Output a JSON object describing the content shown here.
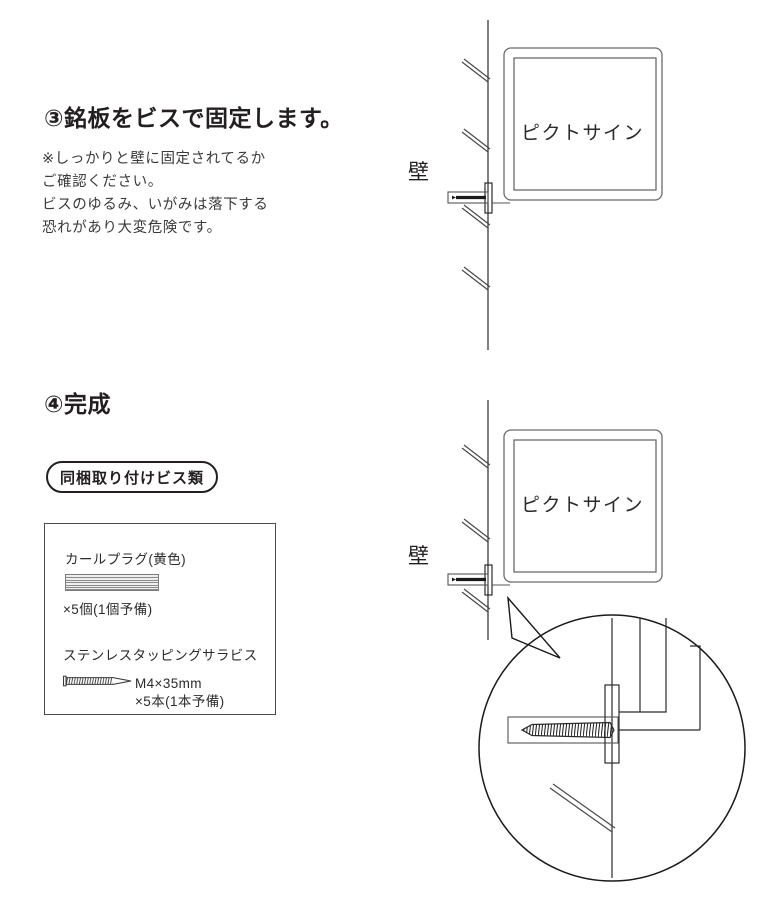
{
  "document": {
    "language": "ja",
    "type": "installation-instructions"
  },
  "steps": [
    {
      "id": "step3",
      "heading": "③銘板をビスで固定します。",
      "notes": [
        "※しっかりと壁に固定されてるか",
        "ご確認ください。",
        "ビスのゆるみ、いがみは落下する",
        "恐れがあり大変危険です。"
      ]
    },
    {
      "id": "step4",
      "heading": "④完成"
    }
  ],
  "parts": {
    "pill_label": "同梱取り付けビス類",
    "items": [
      {
        "name": "カールプラグ(黄色)",
        "quantity": "×5個(1個予備)",
        "graphic": "ribbed-plug-icon"
      },
      {
        "name": "ステンレスタッピングサラビス",
        "size": "M4×35mm",
        "quantity": "×5本(1本予備)",
        "graphic": "screw-icon"
      }
    ]
  },
  "diagrams": {
    "top": {
      "wall_label": "壁",
      "sign_label": "ピクトサイン"
    },
    "bottom": {
      "wall_label": "壁",
      "sign_label": "ピクトサイン",
      "detail_callout": "magnified-screw-detail"
    }
  },
  "colors": {
    "ink": "#231f20",
    "line": "#2b2b2b",
    "frame": "#6b6b6b",
    "background": "#ffffff"
  }
}
